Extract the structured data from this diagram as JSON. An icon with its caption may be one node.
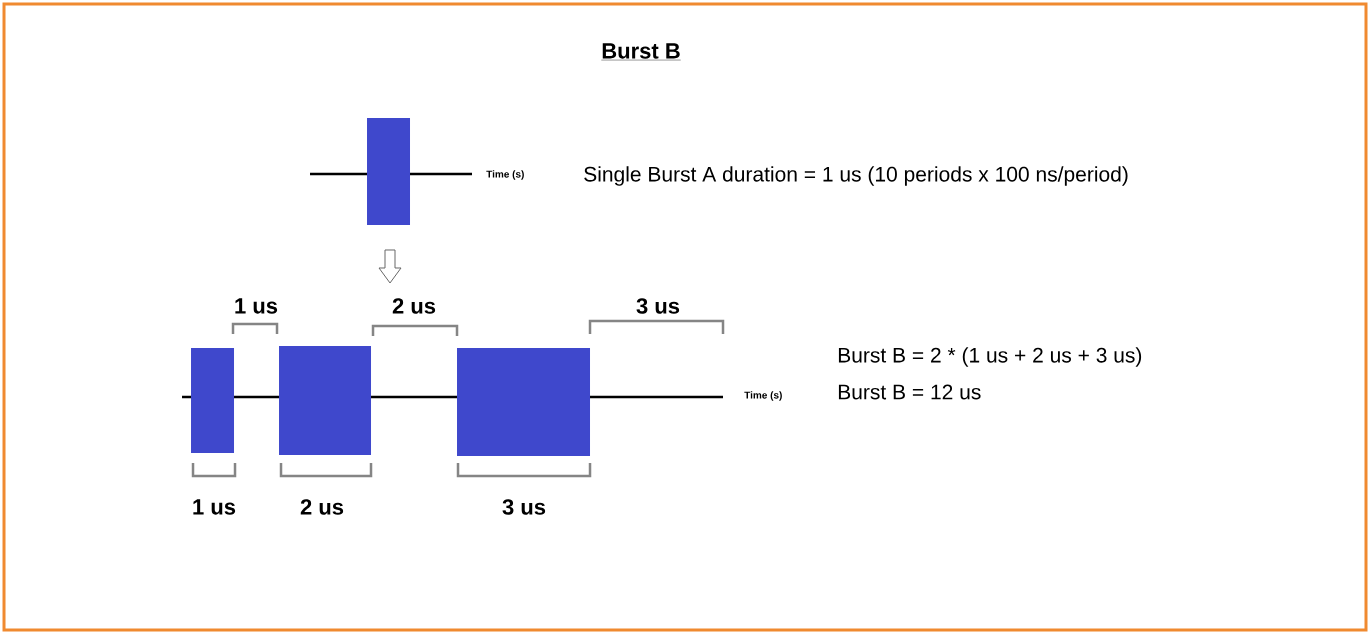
{
  "diagram": {
    "title": "Burst B",
    "labels": [
      "Time (s)",
      "Single Burst A duration = 1 us (10 periods x 100 ns/period)",
      "1 us",
      "2 us",
      "3 us",
      "Burst B = 2 * (1 us + 2 us + 3 us)",
      "Time (s)",
      "Burst B = 12 us",
      "1 us",
      "2 us",
      "3 us"
    ]
  }
}
